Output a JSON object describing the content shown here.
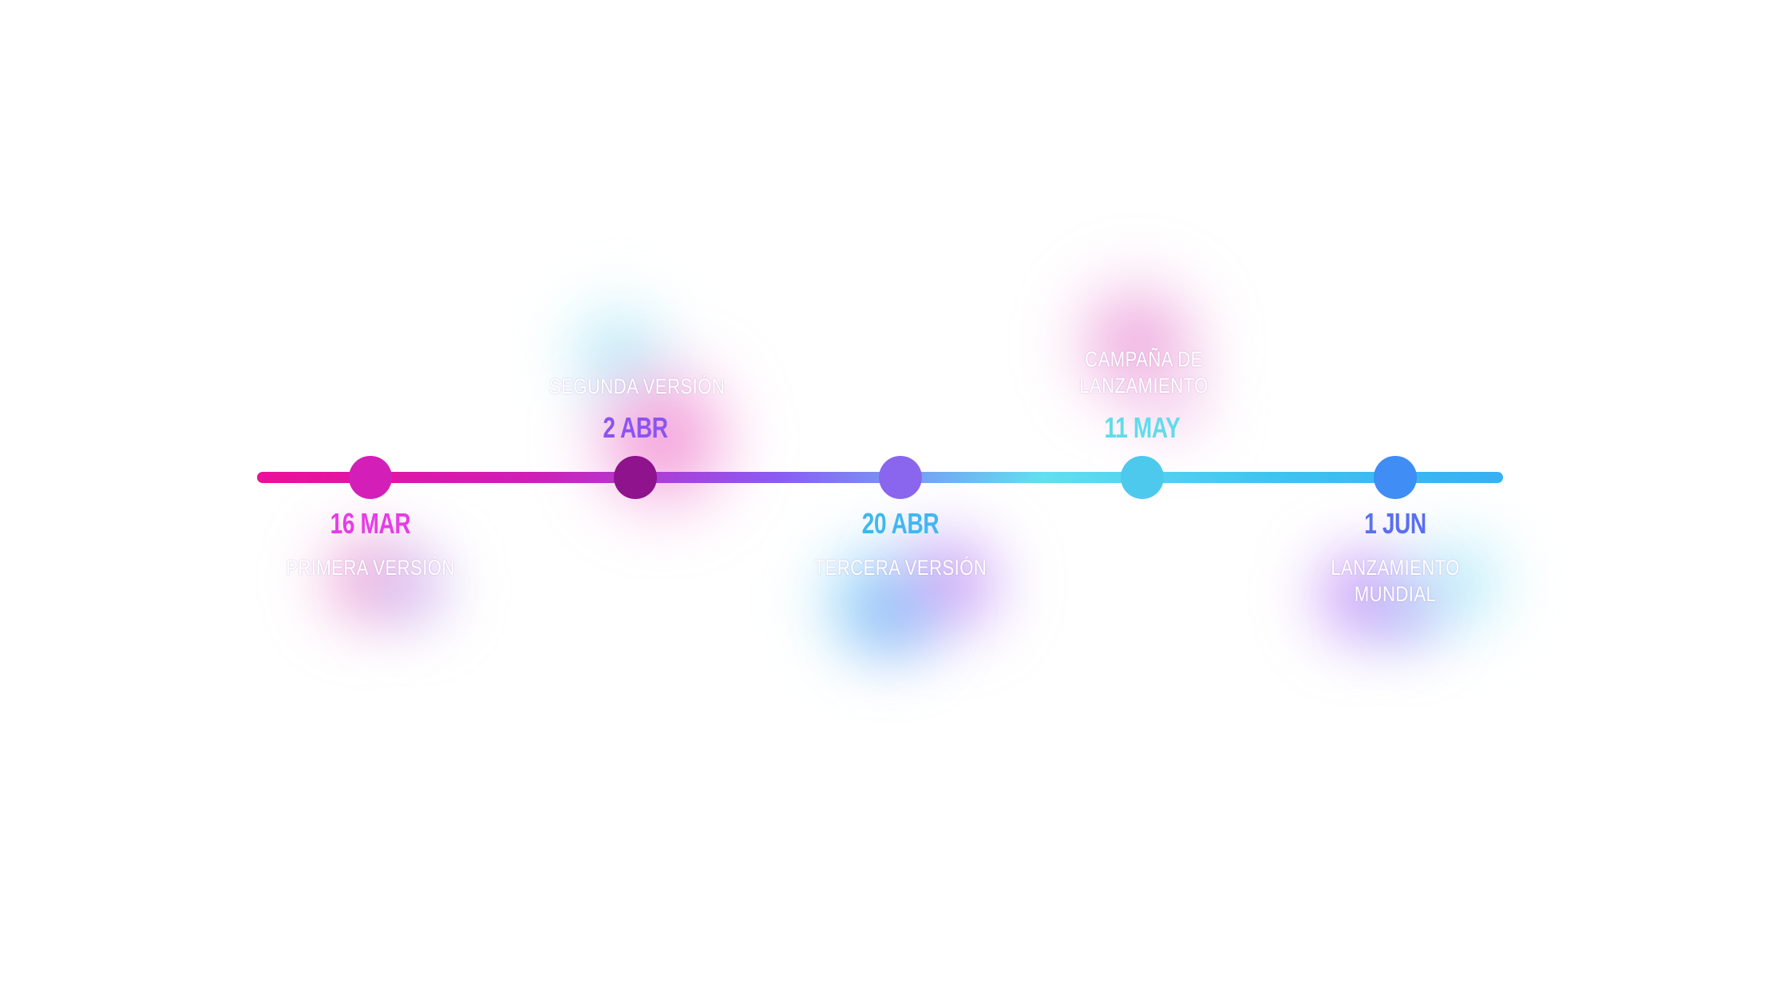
{
  "milestones": [
    {
      "date": "16 MAR",
      "lines": [
        "PRIMERA VERSIÓN"
      ],
      "date_color": "#e53de6",
      "dot_color": "#d31fb8"
    },
    {
      "date": "2 ABR",
      "lines": [
        "SEGUNDA VERSIÓN"
      ],
      "date_color": "#8b54f0",
      "dot_color": "#8e138c"
    },
    {
      "date": "20 ABR",
      "lines": [
        "TERCERA VERSIÓN"
      ],
      "date_color": "#3fb7f2",
      "dot_color": "#8a66ee"
    },
    {
      "date": "11 MAY",
      "lines": [
        "CAMPAÑA DE",
        "LANZAMIENTO"
      ],
      "date_color": "#5fdcea",
      "dot_color": "#4ec9ee"
    },
    {
      "date": "1 JUN",
      "lines": [
        "LANZAMIENTO",
        "MUNDIAL"
      ],
      "date_color": "#5a6ff0",
      "dot_color": "#3f8df5"
    }
  ],
  "colors": {
    "track_start": "#ec0f98",
    "track_end": "#38aff2"
  }
}
